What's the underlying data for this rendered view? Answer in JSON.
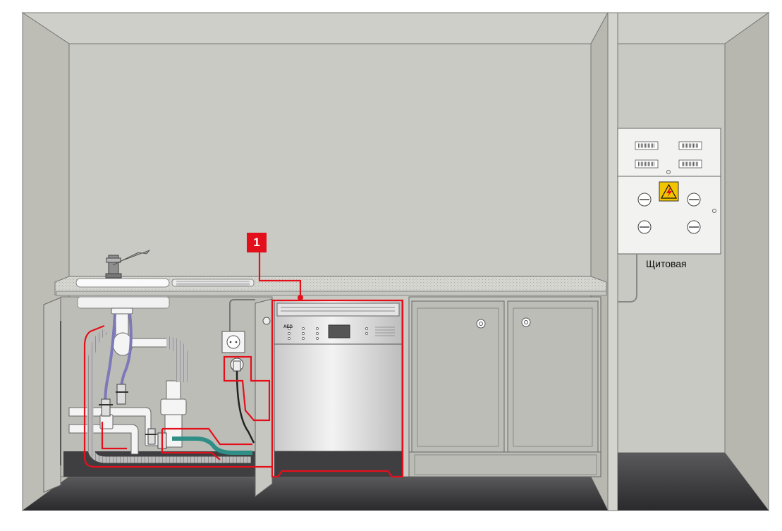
{
  "labels": {
    "marker": "1",
    "panel": "Щитовая",
    "dishwasher_brand": "AEG"
  },
  "colors": {
    "wall": "#c9c9c2",
    "floor": "#3b3b3d",
    "highlight": "#e3101b",
    "cold_water_hose": "#7d78b8",
    "drain_hose": "#2f8f86",
    "hazard": "#f3c400"
  },
  "icons": [
    "faucet-icon",
    "socket-icon",
    "plug-icon",
    "high-voltage-warning-icon"
  ]
}
